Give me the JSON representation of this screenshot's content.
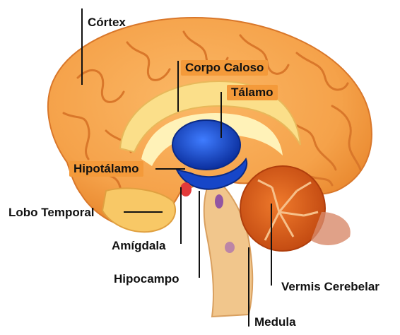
{
  "diagram": {
    "labels": {
      "cortex": "Córtex",
      "corpo_caloso": "Corpo Caloso",
      "talamo": "Tálamo",
      "hipotalamo": "Hipotálamo",
      "lobo_temporal": "Lobo Temporal",
      "amigdala": "Amígdala",
      "hipocampo": "Hipocampo",
      "vermis_cerebelar": "Vermis Cerebelar",
      "medula": "Medula"
    },
    "colors": {
      "cortex": "#f5a24a",
      "cortex_fold": "#d9772a",
      "corpus_callosum": "#fbdf8a",
      "inner_light": "#fff2b8",
      "thalamus": "#1646c8",
      "cerebellum": "#d85a18",
      "brainstem": "#f1c68c",
      "amygdala": "#e23a3a",
      "label_box": "#f49a3a"
    }
  }
}
